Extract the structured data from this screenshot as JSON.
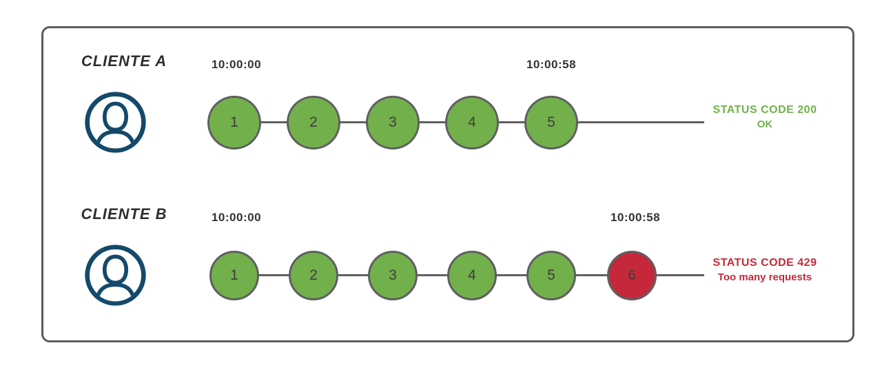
{
  "colors": {
    "green": "#72b04b",
    "red": "#c5283a",
    "navy": "#15496b",
    "line": "#5f5f5f",
    "dark": "#333333"
  },
  "clients": [
    {
      "label": "CLIENTE A",
      "start_time": "10:00:00",
      "end_time": "10:00:58",
      "requests": [
        {
          "n": "1",
          "status": "ok"
        },
        {
          "n": "2",
          "status": "ok"
        },
        {
          "n": "3",
          "status": "ok"
        },
        {
          "n": "4",
          "status": "ok"
        },
        {
          "n": "5",
          "status": "ok"
        }
      ],
      "status": {
        "code_line": "STATUS CODE 200",
        "message_line": "OK",
        "kind": "ok"
      }
    },
    {
      "label": "CLIENTE B",
      "start_time": "10:00:00",
      "end_time": "10:00:58",
      "requests": [
        {
          "n": "1",
          "status": "ok"
        },
        {
          "n": "2",
          "status": "ok"
        },
        {
          "n": "3",
          "status": "ok"
        },
        {
          "n": "4",
          "status": "ok"
        },
        {
          "n": "5",
          "status": "ok"
        },
        {
          "n": "6",
          "status": "limited"
        }
      ],
      "status": {
        "code_line": "STATUS CODE 429",
        "message_line": "Too many requests",
        "kind": "limited"
      }
    }
  ]
}
